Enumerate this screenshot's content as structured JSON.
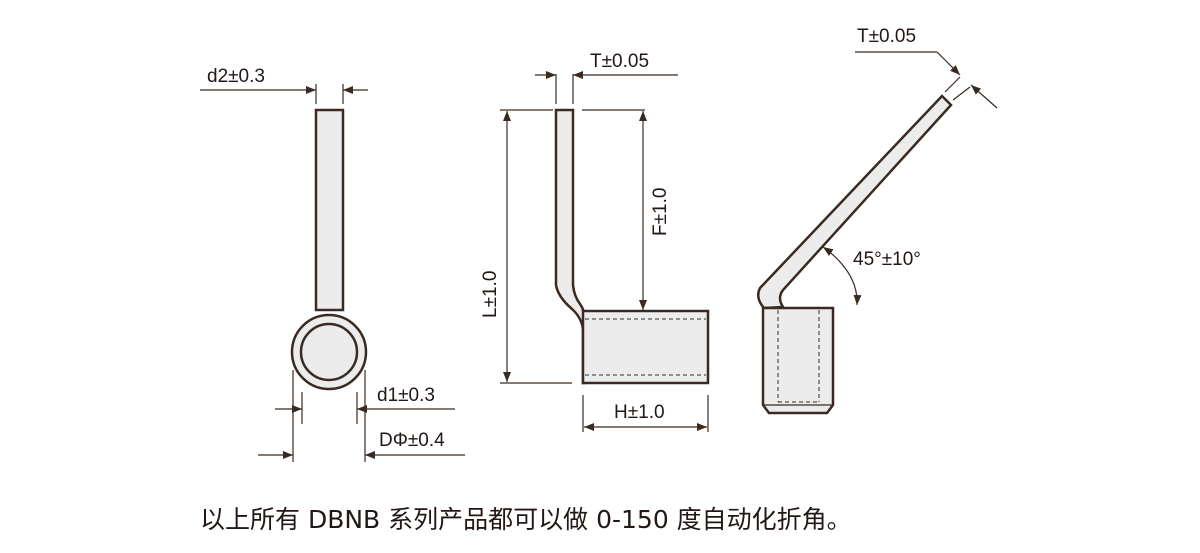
{
  "views": {
    "front": {
      "d2": "d2±0.3",
      "d1": "d1±0.3",
      "D": "DΦ±0.4"
    },
    "side": {
      "T": "T±0.05",
      "L": "L±1.0",
      "F": "F±1.0",
      "H": "H±1.0"
    },
    "bent": {
      "T": "T±0.05",
      "angle": "45°±10°"
    }
  },
  "caption": "以上所有 DBNB 系列产品都可以做 0-150 度自动化折角。",
  "colors": {
    "line": "#3a2a22",
    "fill": "#ececec"
  }
}
